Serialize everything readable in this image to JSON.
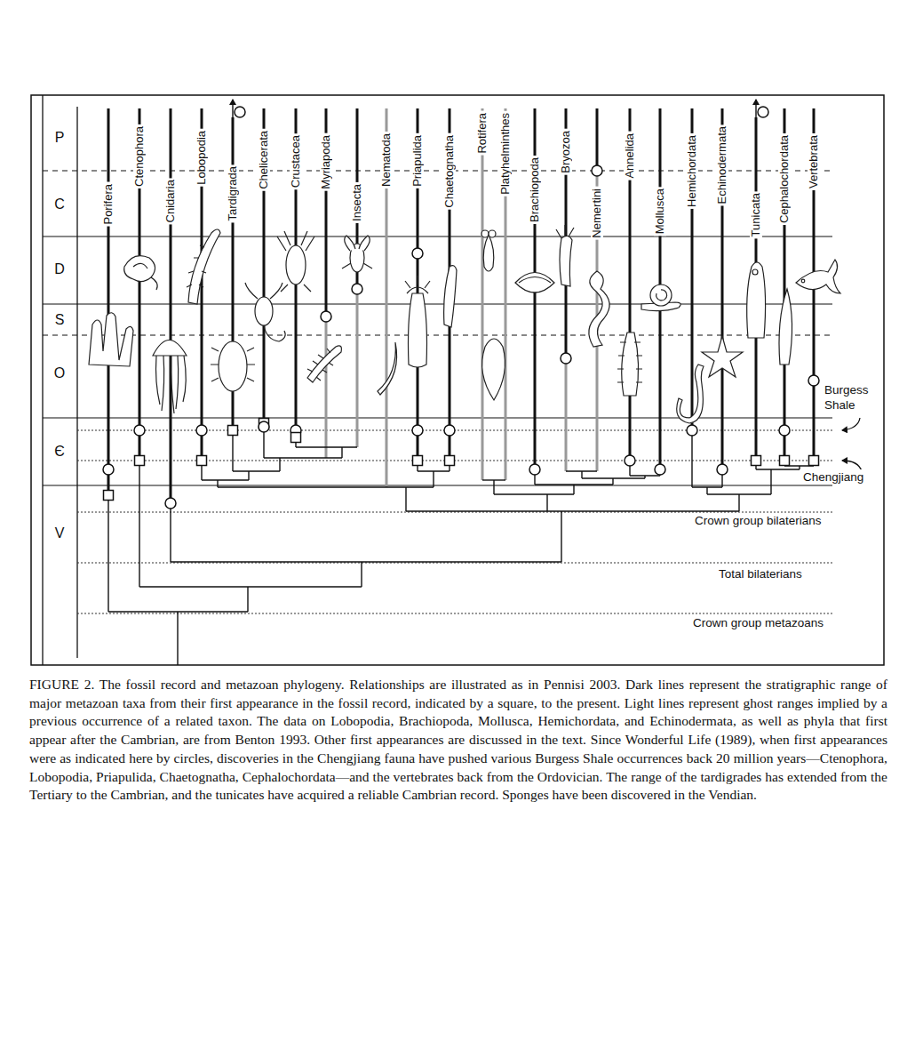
{
  "diagram": {
    "caption": "FIGURE 2. The fossil record and metazoan phylogeny. Relationships are illustrated as in Pennisi 2003. Dark lines represent the stratigraphic range of major metazoan taxa from their first appearance in the fossil record, indicated by a square, to the present. Light lines represent ghost ranges implied by a previous occurrence of a related taxon. The data on Lobopodia, Brachiopoda, Mollusca, Hemichordata, and Echinodermata, as well as phyla that first appear after the Cambrian, are from Benton 1993. Other first appearances are discussed in the text. Since Wonderful Life (1989), when first appearances were as indicated here by circles, discoveries in the Chengjiang fauna have pushed various Burgess Shale occurrences back 20 million years—Ctenophora, Lobopodia, Priapulida, Chaetognatha, Cephalochordata—and the vertebrates back from the Ordovician. The range of the tardigrades has extended from the Tertiary to the Cambrian, and the tunicates have acquired a reliable Cambrian record. Sponges have been discovered in the Vendian.",
    "labels": [
      "P",
      "C",
      "D",
      "S",
      "O",
      "Є",
      "V",
      "Porifera",
      "Ctenophora",
      "Cnidaria",
      "Lobopodia",
      "Tardigrada",
      "Chelicerata",
      "Crustacea",
      "Myriapoda",
      "Insecta",
      "Nematoda",
      "Priapulida",
      "Chaetognatha",
      "Rotifera",
      "Platyhelminthes",
      "Brachiopoda",
      "Bryozoa",
      "Nemertini",
      "Annelida",
      "Mollusca",
      "Hemichordata",
      "Echinodermata",
      "Tunicata",
      "Cephalochordata",
      "Vertebrata",
      "Burgess Shale",
      "Chengjiang",
      "Crown group bilaterians",
      "Total bilaterians",
      "Crown group metazoans"
    ]
  }
}
